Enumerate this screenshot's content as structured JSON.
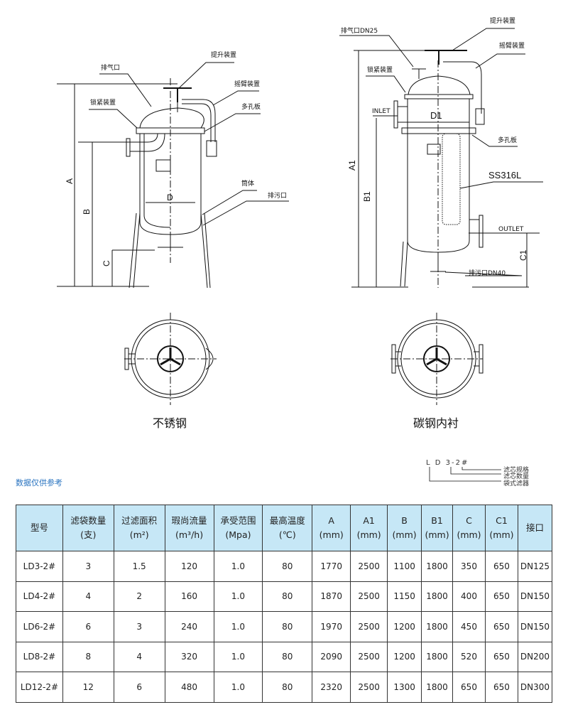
{
  "drawing_left": {
    "labels": {
      "vent": "排气口",
      "lift": "提升装置",
      "swing_arm": "摇臂装置",
      "lock": "锁紧装置",
      "perforated_plate": "多孔板",
      "shell": "筒体",
      "drain": "排污口",
      "dim_A": "A",
      "dim_B": "B",
      "dim_C": "C",
      "dim_D": "D"
    },
    "caption": "不锈钢"
  },
  "drawing_right": {
    "labels": {
      "vent": "排气口DN25",
      "lift": "提升装置",
      "swing_arm": "摇臂装置",
      "lock": "锁紧装置",
      "inlet": "INLET",
      "dim_D1": "D1",
      "perforated_plate": "多孔板",
      "material": "SS316L",
      "outlet": "OUTLET",
      "drain": "排污口DN40",
      "dim_A1": "A1",
      "dim_B1": "B1",
      "dim_C1": "C1"
    },
    "caption": "碳钢内衬"
  },
  "model_legend": {
    "code": "L D 3-2#",
    "items": [
      "滤芯规格",
      "滤芯数量",
      "袋式滤器"
    ]
  },
  "note": "数据仅供参考",
  "table": {
    "headers": [
      {
        "l1": "型号",
        "l2": ""
      },
      {
        "l1": "滤袋数量",
        "l2": "(支)"
      },
      {
        "l1": "过滤面积",
        "l2": "(m²)"
      },
      {
        "l1": "瑕尚流量",
        "l2": "(m³/h)"
      },
      {
        "l1": "承受范围",
        "l2": "(Mpa)"
      },
      {
        "l1": "最高温度",
        "l2": "(℃)"
      },
      {
        "l1": "A",
        "l2": "(mm)"
      },
      {
        "l1": "A1",
        "l2": "(mm)"
      },
      {
        "l1": "B",
        "l2": "(mm)"
      },
      {
        "l1": "B1",
        "l2": "(mm)"
      },
      {
        "l1": "C",
        "l2": "(mm)"
      },
      {
        "l1": "C1",
        "l2": "(mm)"
      },
      {
        "l1": "接口",
        "l2": ""
      }
    ],
    "rows": [
      [
        "LD3-2#",
        "3",
        "1.5",
        "120",
        "1.0",
        "80",
        "1770",
        "2500",
        "1100",
        "1800",
        "350",
        "650",
        "DN125"
      ],
      [
        "LD4-2#",
        "4",
        "2",
        "160",
        "1.0",
        "80",
        "1870",
        "2500",
        "1150",
        "1800",
        "400",
        "650",
        "DN150"
      ],
      [
        "LD6-2#",
        "6",
        "3",
        "240",
        "1.0",
        "80",
        "1970",
        "2500",
        "1200",
        "1800",
        "450",
        "650",
        "DN150"
      ],
      [
        "LD8-2#",
        "8",
        "4",
        "320",
        "1.0",
        "80",
        "2090",
        "2500",
        "1200",
        "1800",
        "520",
        "650",
        "DN200"
      ],
      [
        "LD12-2#",
        "12",
        "6",
        "480",
        "1.0",
        "80",
        "2320",
        "2500",
        "1300",
        "1800",
        "650",
        "650",
        "DN300"
      ]
    ]
  },
  "colors": {
    "header_bg": "#c6e7f6",
    "note": "#2a74c0"
  }
}
